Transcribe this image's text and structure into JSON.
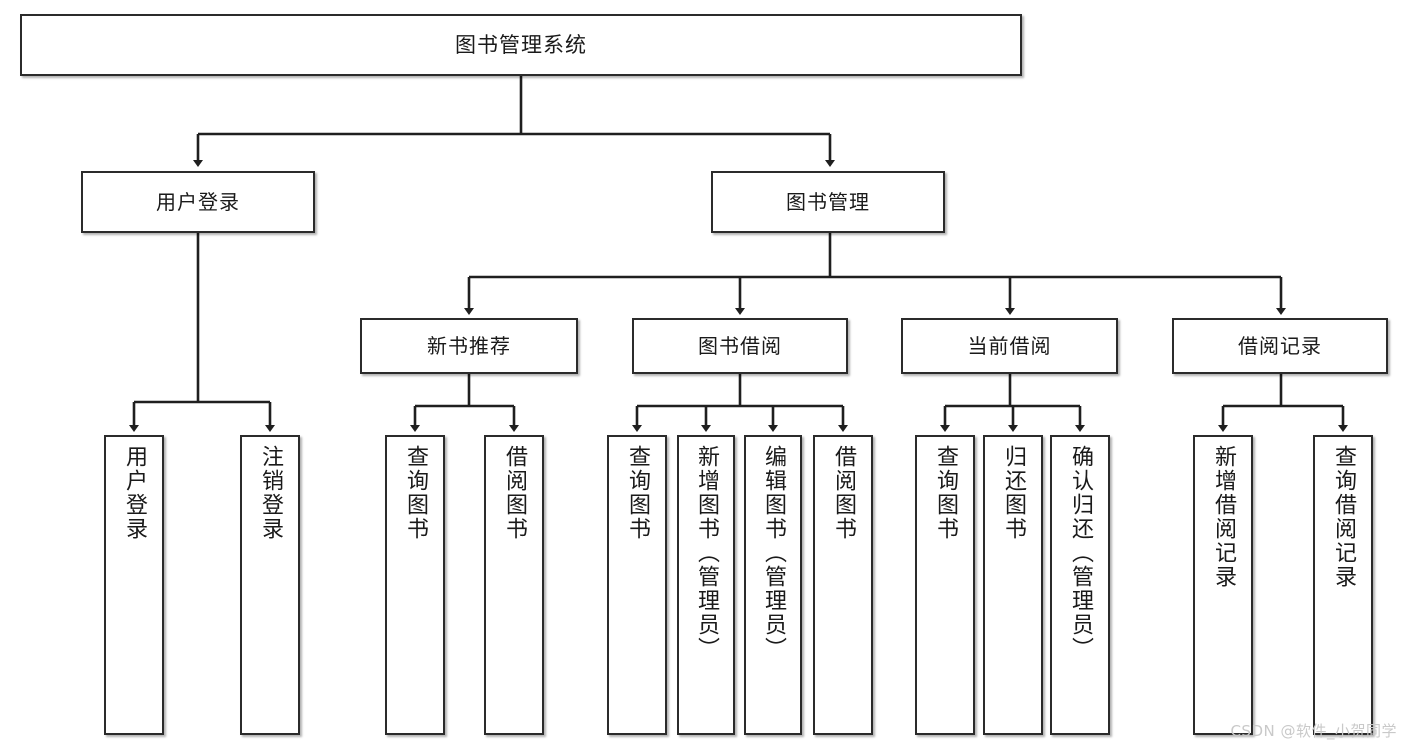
{
  "diagram": {
    "type": "tree",
    "title": "图书管理系统",
    "root": {
      "label": "图书管理系统"
    },
    "level1": [
      {
        "label": "用户登录"
      },
      {
        "label": "图书管理"
      }
    ],
    "level2": [
      {
        "label": "新书推荐"
      },
      {
        "label": "图书借阅"
      },
      {
        "label": "当前借阅"
      },
      {
        "label": "借阅记录"
      }
    ],
    "leaves": {
      "user_login": [
        {
          "label": "用户登录"
        },
        {
          "label": "注销登录"
        }
      ],
      "new_book_recommend": [
        {
          "label": "查询图书"
        },
        {
          "label": "借阅图书"
        }
      ],
      "book_borrow": [
        {
          "label": "查询图书"
        },
        {
          "label": "新增图书（管理员）"
        },
        {
          "label": "编辑图书（管理员）"
        },
        {
          "label": "借阅图书"
        }
      ],
      "current_borrow": [
        {
          "label": "查询图书"
        },
        {
          "label": "归还图书"
        },
        {
          "label": "确认归还（管理员）"
        }
      ],
      "borrow_record": [
        {
          "label": "新增借阅记录"
        },
        {
          "label": "查询借阅记录"
        }
      ]
    }
  },
  "watermark": {
    "text": "CSDN @软件_小贺同学"
  },
  "colors": {
    "box_border": "#2b2b2b",
    "box_fill": "#ffffff",
    "edge": "#1f1f1f",
    "text": "#1a1a1a",
    "watermark": "#c9c9c9"
  }
}
